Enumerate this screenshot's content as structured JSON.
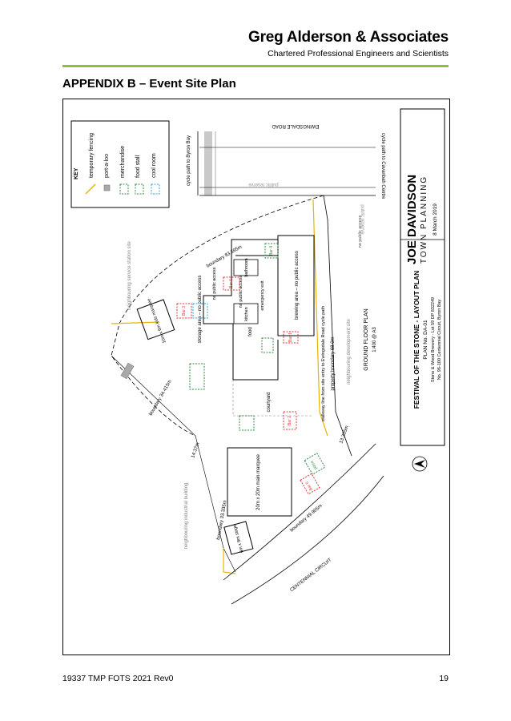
{
  "header": {
    "company": "Greg Alderson & Associates",
    "tagline": "Chartered Professional Engineers and Scientists"
  },
  "title": "APPENDIX B – Event Site Plan",
  "plan": {
    "key": {
      "heading": "KEY",
      "items": [
        "temporary fencing",
        "port-a-loo",
        "merchandise",
        "food stall",
        "cool room"
      ]
    },
    "roads": {
      "ewingsdale": "EWINGSDALE ROAD",
      "centennial": "CENTENNIAL CIRCUIT",
      "cycle_left": "cycle path to Byron Bay",
      "cycle_right": "cycle path to Cavanbah Centre"
    },
    "labels": {
      "public_reserve_top": "public reserve",
      "public_reserve_right": "public reserve",
      "no_public_access_top": "no public access",
      "neighbouring_service_station": "neighbouring service station site",
      "neighbouring_development": "neighbouring development site",
      "neighbouring_industrial": "neighbouring industrial building",
      "boundary_1": "boundary 83.595m",
      "boundary_2": "boundary 34.415m",
      "boundary_3": "14.37m",
      "boundary_4": "boundary 33.335m",
      "boundary_5": "boundary 49.905m",
      "boundary_6": "13.305m",
      "property_boundary": "property boundary 68.0m",
      "walkway": "walkway line from site entry to Ewingsdale Road cycle path",
      "brewing_area": "brewing area – no public access",
      "storage": "storage area – no public access",
      "no_public_access_1": "no public access",
      "no_public_access_2": "no public access",
      "bathroom": "bathroom",
      "kitchen": "kitchen",
      "food": "food",
      "courtyard": "courtyard",
      "emergency_exit": "emergency exit",
      "kids_marquee": "10m x 6m kids marquee",
      "main_marquee": "20m x 20m main marquee",
      "stage": "6m x 8m stage",
      "bar_1": "Bar 1",
      "bar_2": "Bar 2",
      "bar_3": "Bar 3",
      "bar_4": "Bar 4",
      "bar_5": "Bar 5",
      "bar_6": "Bar 6",
      "pizza": "pizza",
      "ground_floor": "GROUND FLOOR PLAN",
      "scale": "1:400 @ A3"
    },
    "title_block": {
      "firm_line1": "JOE DAVIDSON",
      "firm_line2": "TOWN PLANNING",
      "date": "8 March 2019",
      "plan_title": "FESTIVAL OF THE STONE - LAYOUT PLAN",
      "plan_no": "PLAN No. DA-01",
      "address1": "Stone & Wood Brewery - Lot 59 DP 832249",
      "address2": "No. 96-100 Centennial Circuit, Byron Bay"
    },
    "colors": {
      "fence": "#e8b400",
      "food_stall": "#2e8b3c",
      "cool_room": "#27a9d8",
      "bar": "#e43535"
    }
  },
  "footer": {
    "left": "19337 TMP FOTS 2021 Rev0",
    "right": "19"
  }
}
